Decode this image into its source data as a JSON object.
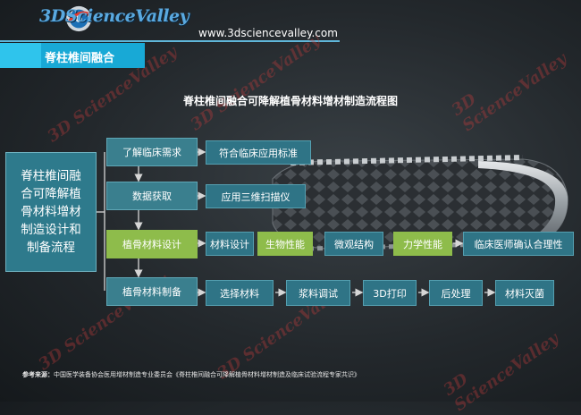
{
  "header": {
    "logo_text": "3DScienceValley",
    "url": "www.3dsciencevalley.com",
    "section_title": "脊柱椎间融合"
  },
  "diagram": {
    "title": "脊柱椎间融合可降解植骨材料增材制造流程图",
    "main_box": [
      "脊柱椎间融",
      "合可降解植",
      "骨材料增材",
      "制造设计和",
      "制备流程"
    ],
    "steps": [
      {
        "label": "了解临床需求",
        "outputs": [
          "符合临床应用标准"
        ]
      },
      {
        "label": "数据获取",
        "outputs": [
          "应用三维扫描仪"
        ]
      },
      {
        "label": "植骨材料设计",
        "outputs": [
          "材料设计",
          "生物性能",
          "微观结构",
          "力学性能",
          "临床医师确认合理性"
        ]
      },
      {
        "label": "植骨材料制备",
        "outputs": [
          "选择材料",
          "浆料调试",
          "3D打印",
          "后处理",
          "材料灭菌"
        ]
      }
    ]
  },
  "footer": {
    "source_label": "参考来源：",
    "source_text": "中国医学装备协会医用增材制造专业委员会《脊柱椎间融合可降解植骨材料增材制造及临床试验流程专家共识》"
  },
  "colors": {
    "accent": "#18a9d6",
    "box_teal": "#3a7f8e",
    "box_green": "#8ebc4b",
    "connector": "#d6d6d6"
  }
}
